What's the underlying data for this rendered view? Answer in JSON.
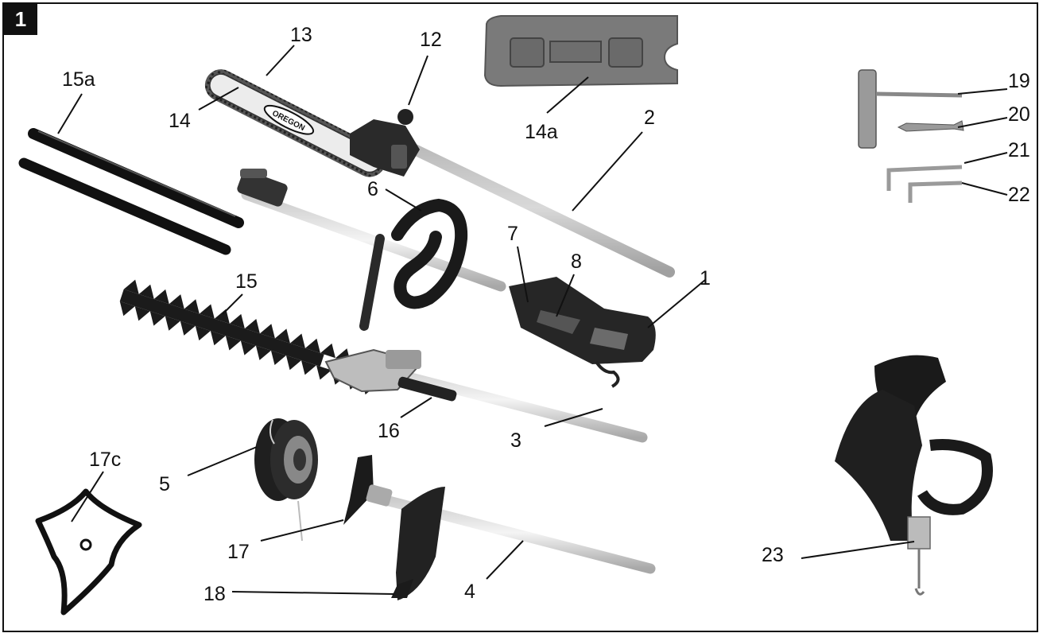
{
  "figure_number": "1",
  "chain_bar_brand": "OREGON",
  "callouts": [
    {
      "id": "1"
    },
    {
      "id": "2"
    },
    {
      "id": "3"
    },
    {
      "id": "4"
    },
    {
      "id": "5"
    },
    {
      "id": "6"
    },
    {
      "id": "7"
    },
    {
      "id": "8"
    },
    {
      "id": "12"
    },
    {
      "id": "13"
    },
    {
      "id": "14"
    },
    {
      "id": "14a"
    },
    {
      "id": "15"
    },
    {
      "id": "15a"
    },
    {
      "id": "16"
    },
    {
      "id": "17"
    },
    {
      "id": "17c"
    },
    {
      "id": "18"
    },
    {
      "id": "19"
    },
    {
      "id": "20"
    },
    {
      "id": "21"
    },
    {
      "id": "22"
    },
    {
      "id": "23"
    }
  ]
}
